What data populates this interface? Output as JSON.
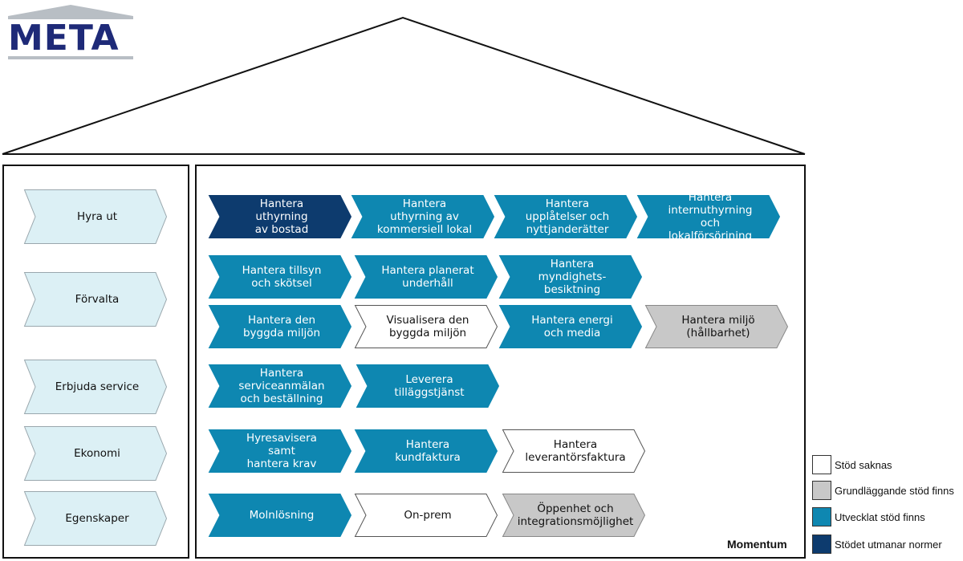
{
  "logo": {
    "text": "META"
  },
  "colors": {
    "none": "#ffffff",
    "basic": "#c8c8c8",
    "developed": "#0e87b1",
    "exceeds": "#0d3b6e",
    "category": "#dcf0f5"
  },
  "categories": [
    {
      "label": "Hyra ut"
    },
    {
      "label": "Förvalta"
    },
    {
      "label": "Erbjuda service"
    },
    {
      "label": "Ekonomi"
    },
    {
      "label": "Egenskaper"
    }
  ],
  "processes": [
    {
      "label": "Hantera uthyrning\nav bostad",
      "level": "exceeds"
    },
    {
      "label": "Hantera uthyrning av\nkommersiell lokal",
      "level": "developed"
    },
    {
      "label": "Hantera upplåtelser och\nnyttjanderätter",
      "level": "developed"
    },
    {
      "label": "Hantera internuthyrning\noch lokalförsörjning",
      "level": "developed"
    },
    {
      "label": "Hantera tillsyn\noch skötsel",
      "level": "developed"
    },
    {
      "label": "Hantera planerat\nunderhåll",
      "level": "developed"
    },
    {
      "label": "Hantera myndighets-\nbesiktning",
      "level": "developed"
    },
    {
      "label": "Hantera den\nbyggda miljön",
      "level": "developed"
    },
    {
      "label": "Visualisera den\nbyggda miljön",
      "level": "none"
    },
    {
      "label": "Hantera energi\noch media",
      "level": "developed"
    },
    {
      "label": "Hantera miljö\n(hållbarhet)",
      "level": "basic"
    },
    {
      "label": "Hantera serviceanmälan\noch beställning",
      "level": "developed"
    },
    {
      "label": "Leverera\ntilläggstjänst",
      "level": "developed"
    },
    {
      "label": "Hyresavisera samt\nhantera krav",
      "level": "developed"
    },
    {
      "label": "Hantera kundfaktura",
      "level": "developed"
    },
    {
      "label": "Hantera\nleverantörsfaktura",
      "level": "none"
    },
    {
      "label": "Molnlösning",
      "level": "developed"
    },
    {
      "label": "On-prem",
      "level": "none"
    },
    {
      "label": "Öppenhet och\nintegrationsmöjlighet",
      "level": "basic"
    }
  ],
  "panel_label": "Momentum",
  "legend": [
    {
      "label": "Stöd saknas",
      "level": "none"
    },
    {
      "label": "Grundläggande stöd finns",
      "level": "basic"
    },
    {
      "label": "Utvecklat stöd finns",
      "level": "developed"
    },
    {
      "label": "Stödet utmanar normer",
      "level": "exceeds"
    }
  ]
}
